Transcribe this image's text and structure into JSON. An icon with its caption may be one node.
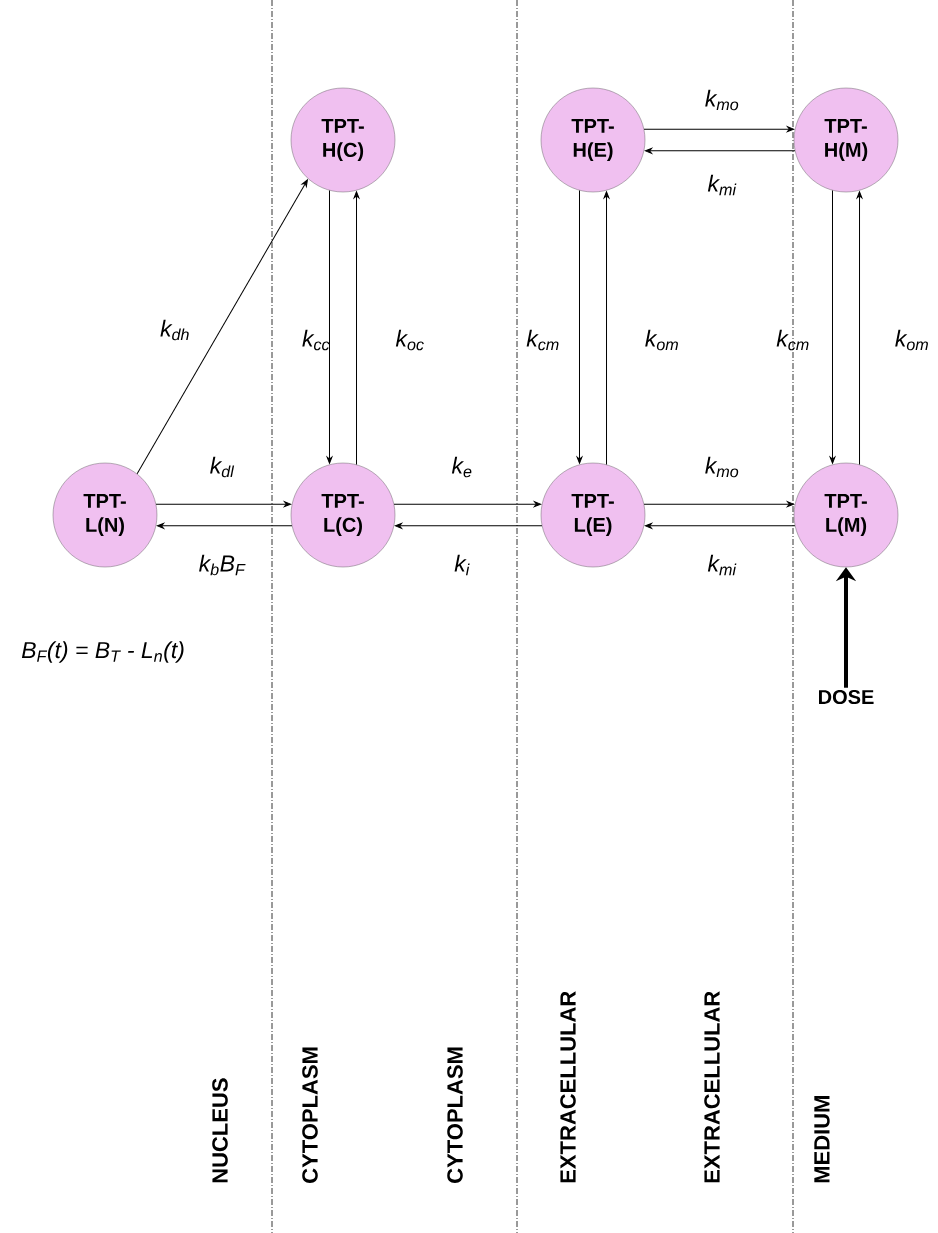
{
  "diagram": {
    "nodes": [
      {
        "text": [
          "TPT- H(C)"
        ]
      },
      {
        "text": [
          "TPT- H(E)"
        ]
      },
      {
        "text": [
          "TPT- H(M)"
        ]
      },
      {
        "text": [
          "TPT- L(N)"
        ]
      },
      {
        "text": [
          "TPT- L(C)"
        ]
      },
      {
        "text": [
          "TPT- L(E)"
        ]
      },
      {
        "text": [
          "TPT- L(M)"
        ]
      },
      {
        "text": [
          "DOSE"
        ]
      }
    ],
    "edges": [
      {
        "from": 3,
        "to": 0,
        "arrow": "to",
        "label": "k$_{dh}$"
      },
      {
        "from": 3,
        "to": 4,
        "arrow": "to",
        "label": "k$_{dl}$"
      },
      {
        "from": 4,
        "to": 3,
        "arrow": "to",
        "label": "k$_{b}$B$_{F}$"
      },
      {
        "from": 0,
        "to": 4,
        "arrow": "to",
        "label": "k$_{cc}$"
      },
      {
        "from": 4,
        "to": 0,
        "arrow": "to",
        "label": "k$_{oc}$"
      },
      {
        "from": 4,
        "to": 5,
        "arrow": "to",
        "label": "k$_{e}$"
      },
      {
        "from": 5,
        "to": 4,
        "arrow": "to",
        "label": "k$_{i}$"
      },
      {
        "from": 1,
        "to": 5,
        "arrow": "to",
        "label": "k$_{cm}$"
      },
      {
        "from": 5,
        "to": 1,
        "arrow": "to",
        "label": "k$_{om}$"
      },
      {
        "from": 1,
        "to": 2,
        "arrow": "to",
        "label": "k$_{mo}$"
      },
      {
        "from": 2,
        "to": 1,
        "arrow": "to",
        "label": "k$_{mi}$"
      },
      {
        "from": 2,
        "to": 6,
        "arrow": "to",
        "label": "k$_{cm}$"
      },
      {
        "from": 6,
        "to": 2,
        "arrow": "to",
        "label": "k$_{om}$"
      },
      {
        "from": 5,
        "to": 6,
        "arrow": "to",
        "label": "k$_{mo}$"
      },
      {
        "from": 6,
        "to": 5,
        "arrow": "to",
        "label": "k$_{mi}$"
      },
      {
        "from": 7,
        "to": 6,
        "arrow": "to",
        "style": "thick"
      }
    ],
    "labels": [
      "B$_{F}$(t) = B$_{T}$ - L$_{n}$(t)",
      "NUCLEUS",
      "CYTOPLASM",
      "CYTOPLASM",
      "EXTRACELLULAR",
      "EXTRACELLULAR",
      "MEDIUM"
    ]
  }
}
